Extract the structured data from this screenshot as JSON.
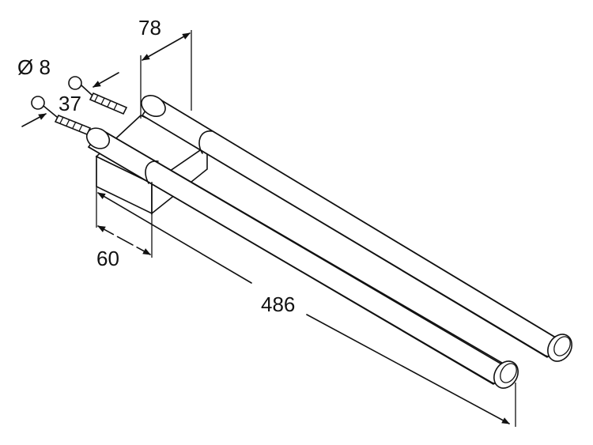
{
  "dimensions": {
    "depth": "78",
    "diameter": "Ø 8",
    "screw_length": "37",
    "bracket_width": "60",
    "arm_length": "486"
  }
}
